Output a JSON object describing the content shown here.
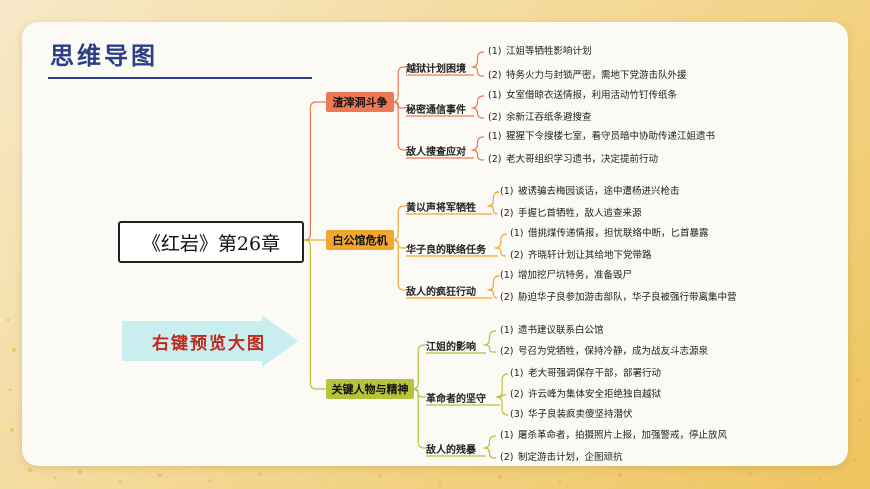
{
  "title": "思维导图",
  "root": "《红岩》第26章",
  "arrow_label": "右键预览大图",
  "branches": [
    {
      "label": "渣滓洞斗争",
      "color": "#ec7a55",
      "sub": [
        {
          "label": "越狱计划困境",
          "items": [
            {
              "num": "(1)",
              "text": "江姐等牺牲影响计划"
            },
            {
              "num": "(2)",
              "text": "特务火力与封锁严密，需地下党游击队外援"
            }
          ]
        },
        {
          "label": "秘密通信事件",
          "items": [
            {
              "num": "(1)",
              "text": "女室借晾衣送情报，利用活动竹钉传纸条"
            },
            {
              "num": "(2)",
              "text": "余新江吞纸条避搜查"
            }
          ]
        },
        {
          "label": "敌人搜查应对",
          "items": [
            {
              "num": "(1)",
              "text": "猩猩下令搜楼七室，看守员暗中协助传递江姐遗书"
            },
            {
              "num": "(2)",
              "text": "老大哥组织学习遗书，决定提前行动"
            }
          ]
        }
      ]
    },
    {
      "label": "白公馆危机",
      "color": "#f0a830",
      "sub": [
        {
          "label": "黄以声将军牺牲",
          "items": [
            {
              "num": "(1)",
              "text": "被诱骗去梅园谈话，途中遭杨进兴枪击"
            },
            {
              "num": "(2)",
              "text": "手握匕首牺牲，敌人追查来源"
            }
          ]
        },
        {
          "label": "华子良的联络任务",
          "items": [
            {
              "num": "(1)",
              "text": "借挑煤传递情报，担忧联络中断，匕首暴露"
            },
            {
              "num": "(2)",
              "text": "齐晓轩计划让其给地下党带路"
            }
          ]
        },
        {
          "label": "敌人的疯狂行动",
          "items": [
            {
              "num": "(1)",
              "text": "增加挖尸坑特务，准备毁尸"
            },
            {
              "num": "(2)",
              "text": "胁迫华子良参加游击部队，华子良被强行带离集中营"
            }
          ]
        }
      ]
    },
    {
      "label": "关键人物与精神",
      "color": "#b5c43a",
      "sub": [
        {
          "label": "江姐的影响",
          "items": [
            {
              "num": "(1)",
              "text": "遗书建议联系白公馆"
            },
            {
              "num": "(2)",
              "text": "号召为党牺牲，保持冷静，成为战友斗志源泉"
            }
          ]
        },
        {
          "label": "革命者的坚守",
          "items": [
            {
              "num": "(1)",
              "text": "老大哥强调保存干部，部署行动"
            },
            {
              "num": "(2)",
              "text": "许云峰为集体安全拒绝独自越狱"
            },
            {
              "num": "(3)",
              "text": "华子良装疯卖傻坚持潜伏"
            }
          ]
        },
        {
          "label": "敌人的残暴",
          "items": [
            {
              "num": "(1)",
              "text": "屠杀革命者，拍摄照片上报，加强警戒，停止放风"
            },
            {
              "num": "(2)",
              "text": "制定游击计划，企图顽抗"
            }
          ]
        }
      ]
    }
  ]
}
